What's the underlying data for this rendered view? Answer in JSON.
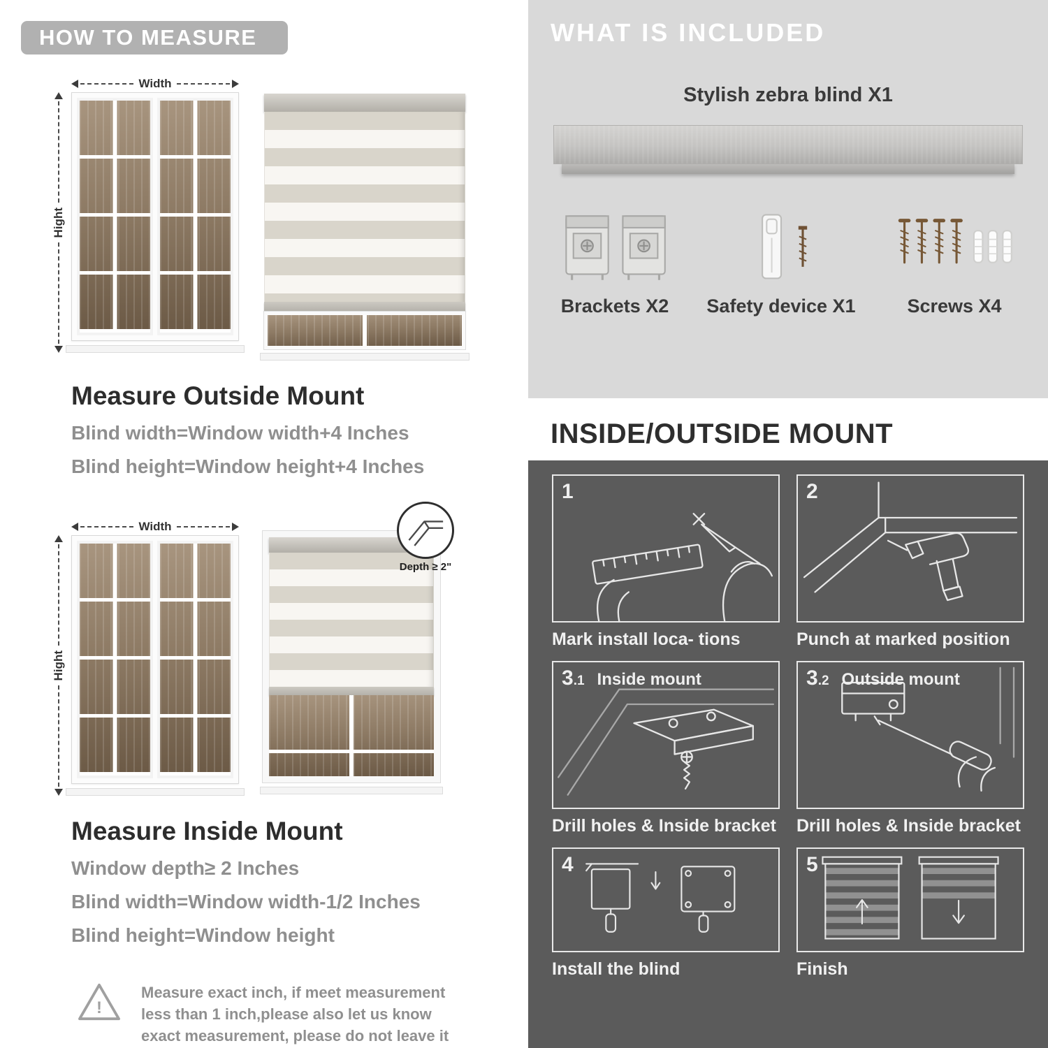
{
  "left": {
    "header": "HOW TO MEASURE",
    "outside": {
      "width_label": "Width",
      "height_label": "Hight",
      "title": "Measure Outside Mount",
      "line1": "Blind width=Window width+4 Inches",
      "line2": "Blind height=Window height+4 Inches"
    },
    "inside": {
      "width_label": "Width",
      "height_label": "Hight",
      "depth_label": "Depth ≥ 2\"",
      "title": "Measure Inside Mount",
      "line1": "Window depth≥ 2 Inches",
      "line2": "Blind width=Window width-1/2 Inches",
      "line3": "Blind height=Window height"
    },
    "warning_mark": "!",
    "warning": "Measure exact inch, if meet measurement less than 1 inch,please also let us know exact measurement, please do not leave it"
  },
  "right": {
    "included": {
      "header": "WHAT IS INCLUDED",
      "blind_label": "Stylish zebra blind X1",
      "items": [
        {
          "icon": "brackets-icon",
          "label": "Brackets X2"
        },
        {
          "icon": "safety-device-icon",
          "label": "Safety device X1"
        },
        {
          "icon": "screws-icon",
          "label": "Screws X4"
        }
      ]
    },
    "mount": {
      "header": "INSIDE/OUTSIDE MOUNT",
      "steps": [
        {
          "num": "1",
          "sub": "",
          "title": "",
          "caption": "Mark install loca- tions"
        },
        {
          "num": "2",
          "sub": "",
          "title": "",
          "caption": "Punch at  marked position"
        },
        {
          "num": "3",
          "sub": ".1",
          "title": "Inside mount",
          "caption": "Drill holes &  Inside bracket"
        },
        {
          "num": "3",
          "sub": ".2",
          "title": "Outside mount",
          "caption": "Drill holes &  Inside bracket"
        },
        {
          "num": "4",
          "sub": "",
          "title": "",
          "caption": "Install the blind"
        },
        {
          "num": "5",
          "sub": "",
          "title": "",
          "caption": "Finish"
        }
      ]
    }
  },
  "colors": {
    "header_badge": "#b1b1b1",
    "included_panel": "#d9d9d9",
    "dark_panel": "#5b5b5b",
    "title_text": "#2d2d2d",
    "formula_text": "#8f8f8f",
    "stripe_solid": "#d9d5cb",
    "stripe_sheer": "#f8f6f2",
    "line_art": "#e7e7e7"
  }
}
